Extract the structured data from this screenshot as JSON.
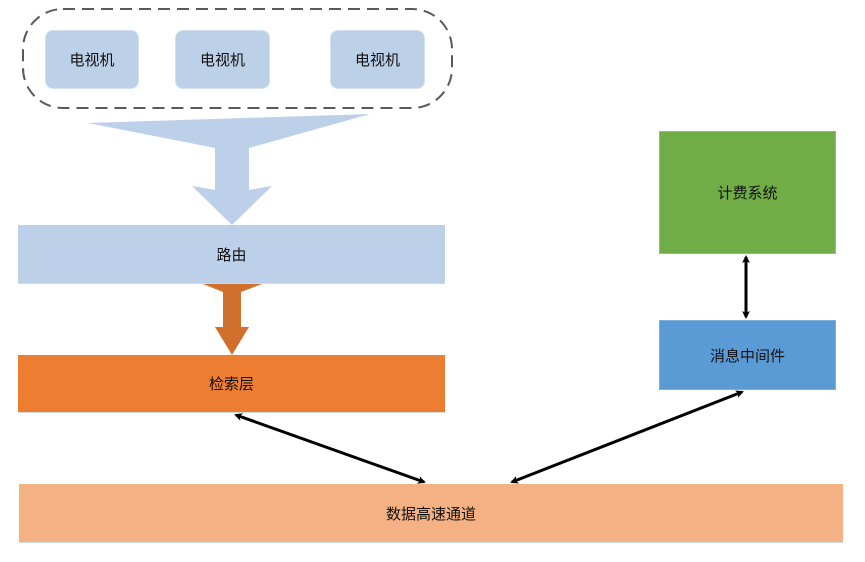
{
  "diagram": {
    "client_group": {
      "devices": [
        {
          "label": "电视机"
        },
        {
          "label": "电视机"
        },
        {
          "label": "电视机"
        }
      ]
    },
    "routing": {
      "label": "路由"
    },
    "retrieval_layer": {
      "label": "检索层"
    },
    "billing_system": {
      "label": "计费系统"
    },
    "message_middleware": {
      "label": "消息中间件"
    },
    "data_highway": {
      "label": "数据高速通道"
    },
    "colors": {
      "device_fill": "#BCD0E8",
      "routing_fill": "#BDD0E9",
      "merge_arrow": "#BDD0E9",
      "retrieval_fill": "#ED7D31",
      "retrieval_arrow": "#D0702C",
      "billing_fill": "#70AD47",
      "middleware_fill": "#5B9BD5",
      "highway_fill": "#F4B183",
      "connector": "#000000",
      "group_border": "#595959"
    },
    "connections": [
      {
        "from": "client_group",
        "to": "routing",
        "direction": "one-way"
      },
      {
        "from": "routing",
        "to": "retrieval_layer",
        "direction": "one-way"
      },
      {
        "from": "retrieval_layer",
        "to": "data_highway",
        "direction": "two-way"
      },
      {
        "from": "message_middleware",
        "to": "data_highway",
        "direction": "two-way"
      },
      {
        "from": "billing_system",
        "to": "message_middleware",
        "direction": "two-way"
      }
    ]
  }
}
